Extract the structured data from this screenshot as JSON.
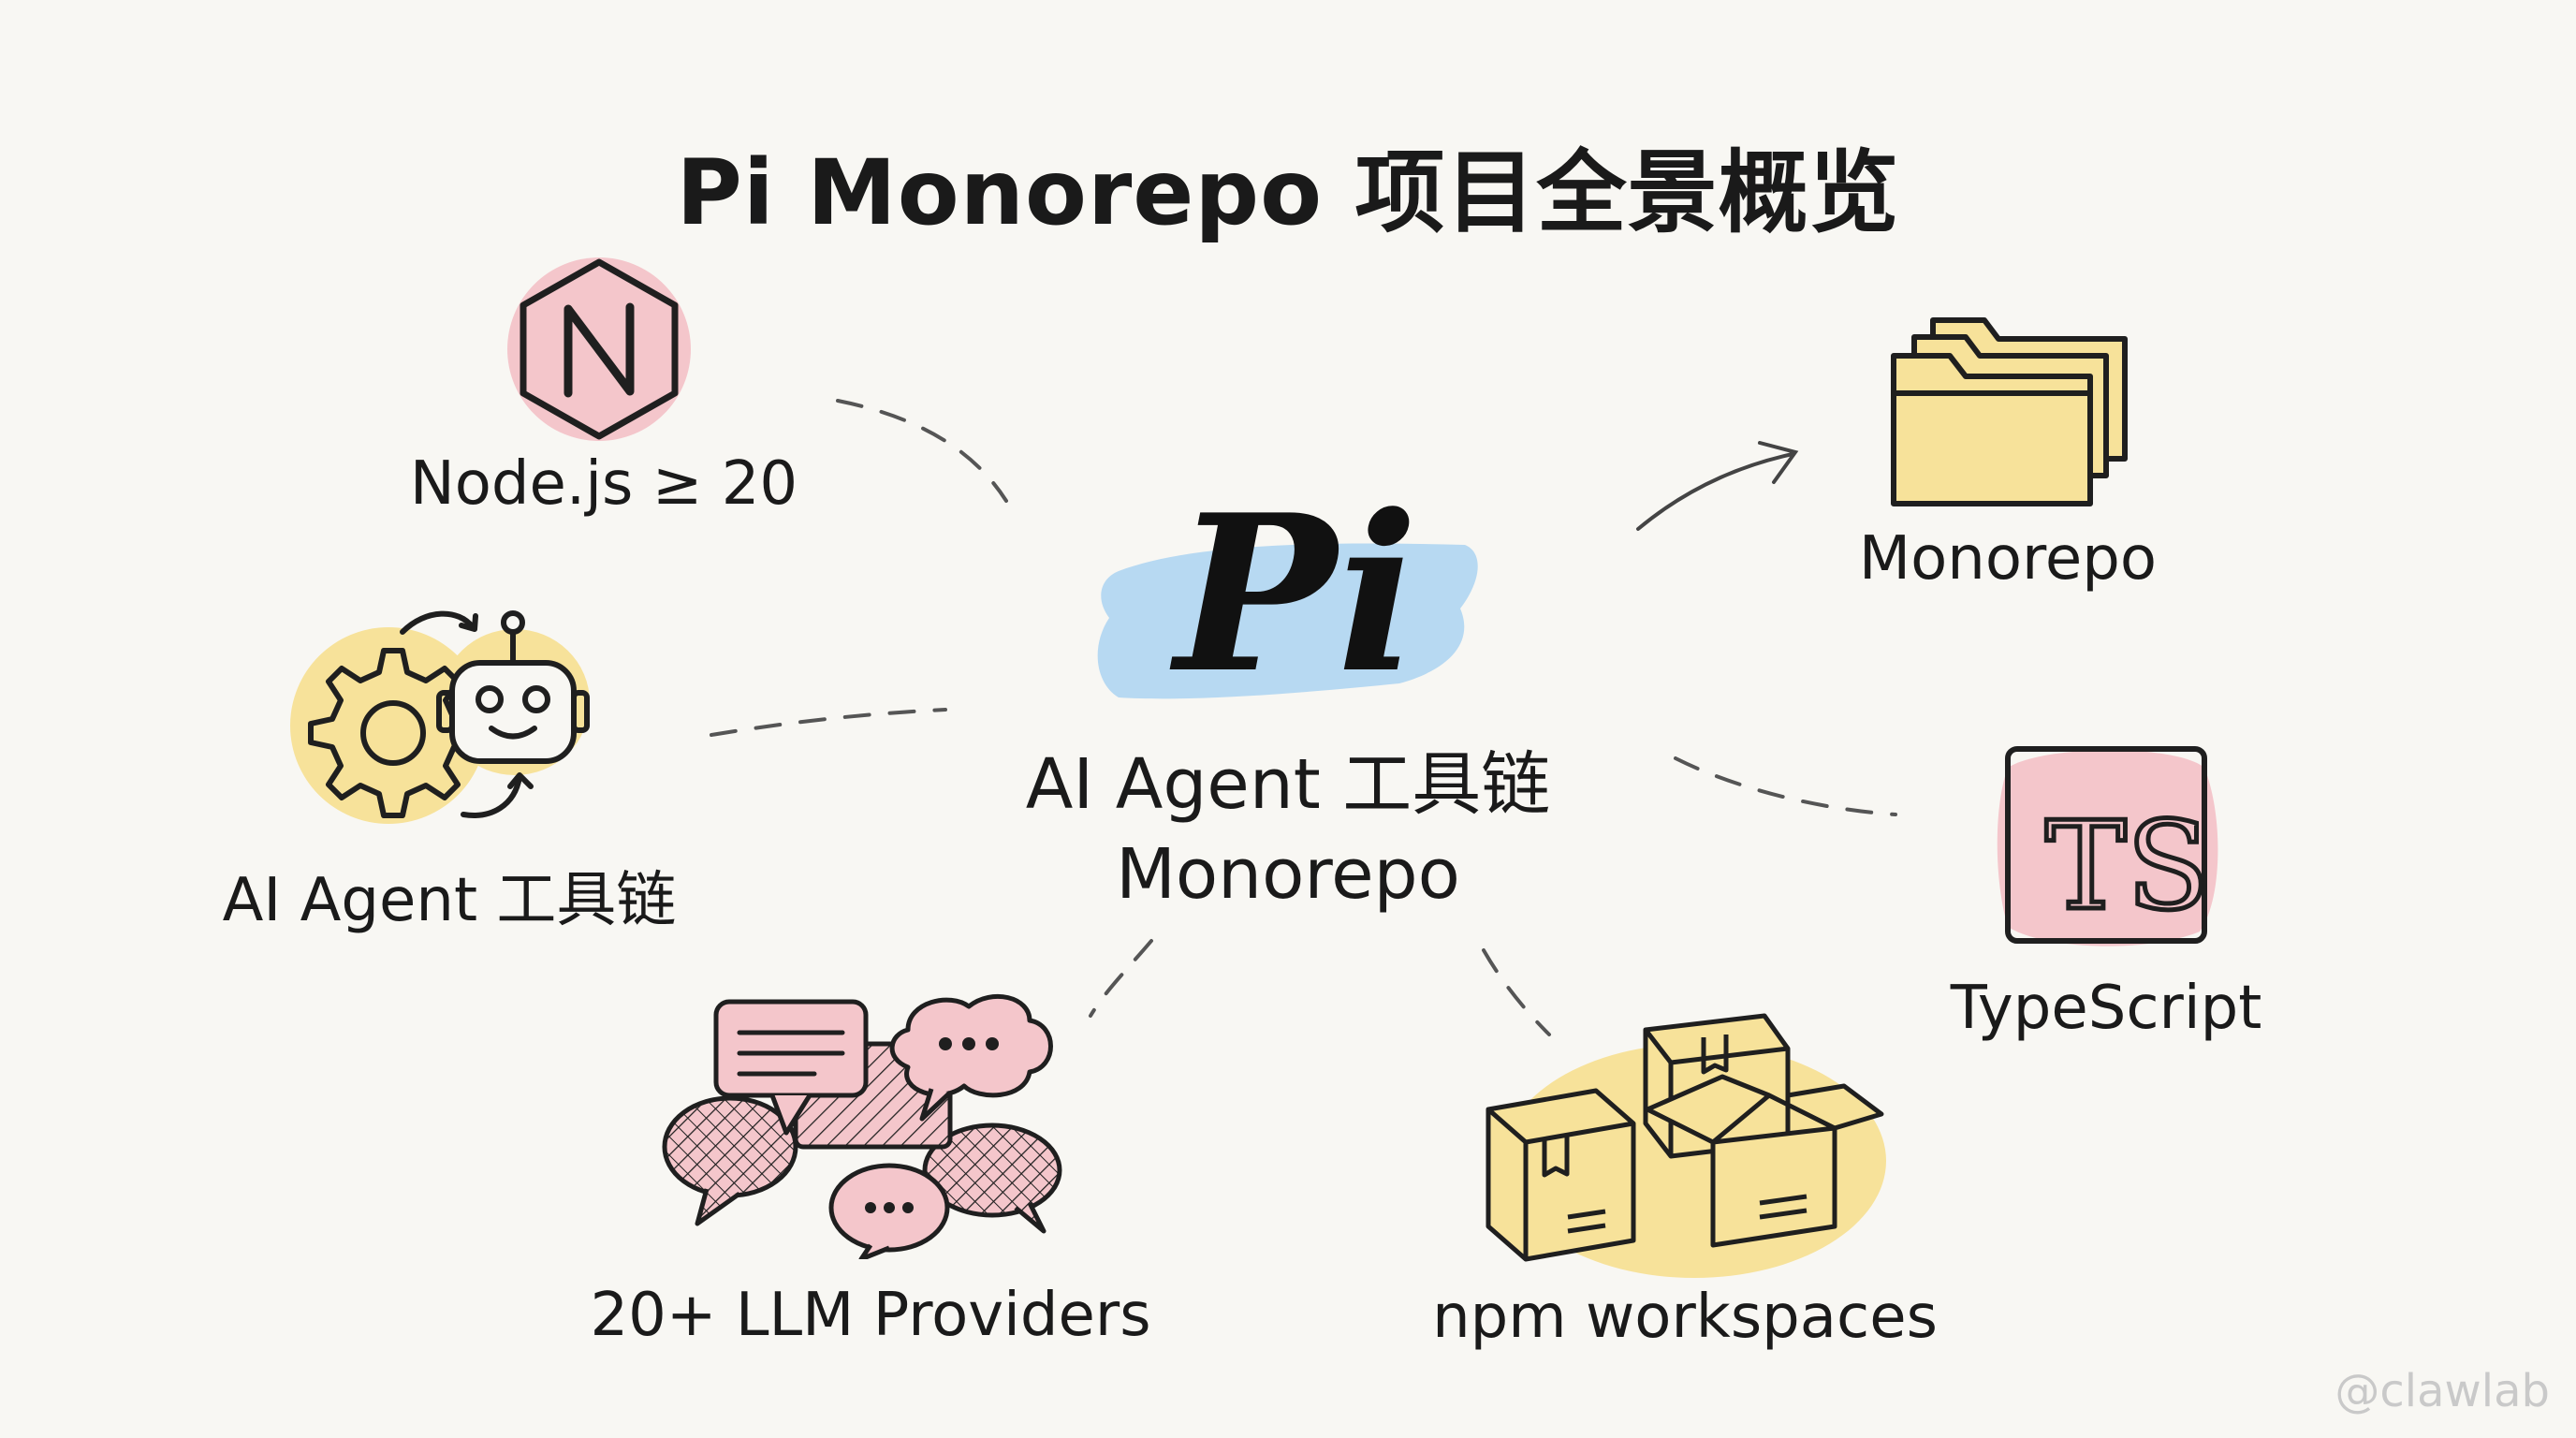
{
  "title": "Pi Monorepo 项目全景概览",
  "center": {
    "logo_text": "Pi",
    "line1": "AI Agent 工具链",
    "line2": "Monorepo"
  },
  "nodes": {
    "nodejs": {
      "label": "Node.js ≥ 20",
      "icon": "nodejs-hexagon-icon"
    },
    "agent": {
      "label": "AI Agent 工具链",
      "icon": "gear-robot-icon"
    },
    "llm": {
      "label": "20+ LLM Providers",
      "icon": "chat-bubbles-icon"
    },
    "npm": {
      "label": "npm workspaces",
      "icon": "packages-boxes-icon"
    },
    "monorepo": {
      "label": "Monorepo",
      "icon": "folders-icon"
    },
    "typescript": {
      "label": "TypeScript",
      "icon": "typescript-icon",
      "badge_text": "TS"
    }
  },
  "watermark": "@clawlab",
  "colors": {
    "pink": "#f4c6cb",
    "yellow": "#f7e29a",
    "blue": "#b7d9f2",
    "ink": "#1f1f1f"
  }
}
